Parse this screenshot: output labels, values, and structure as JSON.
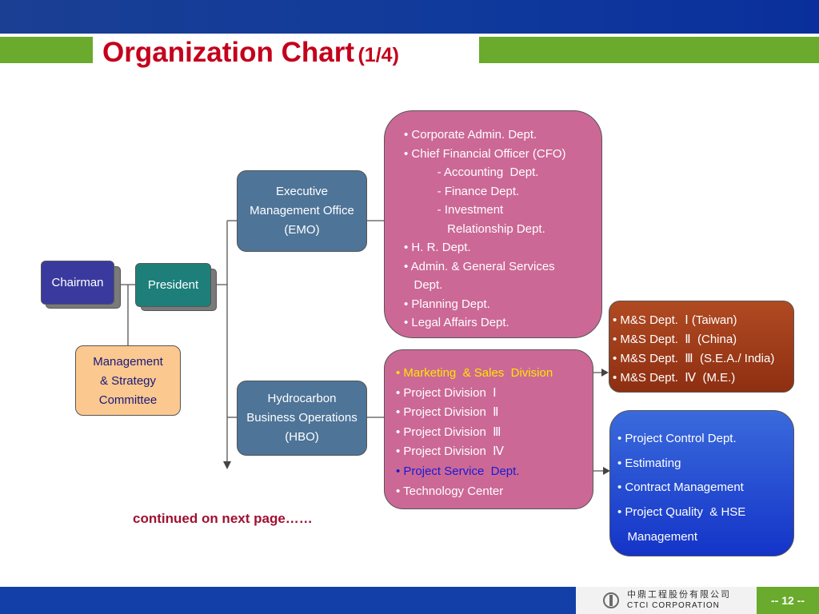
{
  "header": {
    "title": "Organization Chart",
    "title_suffix": "(1/4)"
  },
  "colors": {
    "top_bar": "#103a9c",
    "green_bar": "#6aaa2c",
    "title_red": "#c4001b",
    "chairman": "#3a3a9e",
    "president": "#1e7f7a",
    "office_box": "#4e7498",
    "dept_pink": "#cc6896",
    "ms_brown": "#9c3a1a",
    "pcd_blue": "#1a44d0",
    "committee": "#fbc890"
  },
  "nodes": {
    "chairman": "Chairman",
    "president": "President",
    "committee": {
      "line1": "Management",
      "line2": "& Strategy",
      "line3": "Committee"
    },
    "emo": {
      "line1": "Executive",
      "line2": "Management Office",
      "line3": "(EMO)"
    },
    "hbo": {
      "line1": "Hydrocarbon",
      "line2": "Business Operations",
      "line3": "(HBO)"
    }
  },
  "corporate_depts": [
    "• Corporate Admin. Dept.",
    "• Chief Financial Officer (CFO)",
    "          - Accounting  Dept.",
    "          - Finance Dept.",
    "          - Investment",
    "             Relationship Dept.",
    "• H. R. Dept.",
    "• Admin. & General Services",
    "   Dept.",
    "• Planning Dept.",
    "• Legal Affairs Dept."
  ],
  "hbo_divisions": [
    "• Marketing  & Sales  Division",
    "• Project Division  Ⅰ",
    "• Project Division  Ⅱ",
    "• Project Division  Ⅲ",
    "• Project Division  Ⅳ",
    "• Project Service  Dept.",
    "• Technology Center"
  ],
  "ms_depts": [
    "• M&S Dept.  Ⅰ (Taiwan)",
    "• M&S Dept.  Ⅱ  (China)",
    "• M&S Dept.  Ⅲ  (S.E.A./ India)",
    "• M&S Dept.  Ⅳ  (M.E.)"
  ],
  "project_service_depts": [
    "• Project Control Dept.",
    "• Estimating",
    "• Contract Management",
    "• Project Quality  & HSE",
    "   Management"
  ],
  "footer": {
    "continued": "continued on next page……",
    "company_cn": "中鼎工程股份有限公司",
    "company_en": "CTCI  CORPORATION",
    "page": "-- 12 --"
  }
}
